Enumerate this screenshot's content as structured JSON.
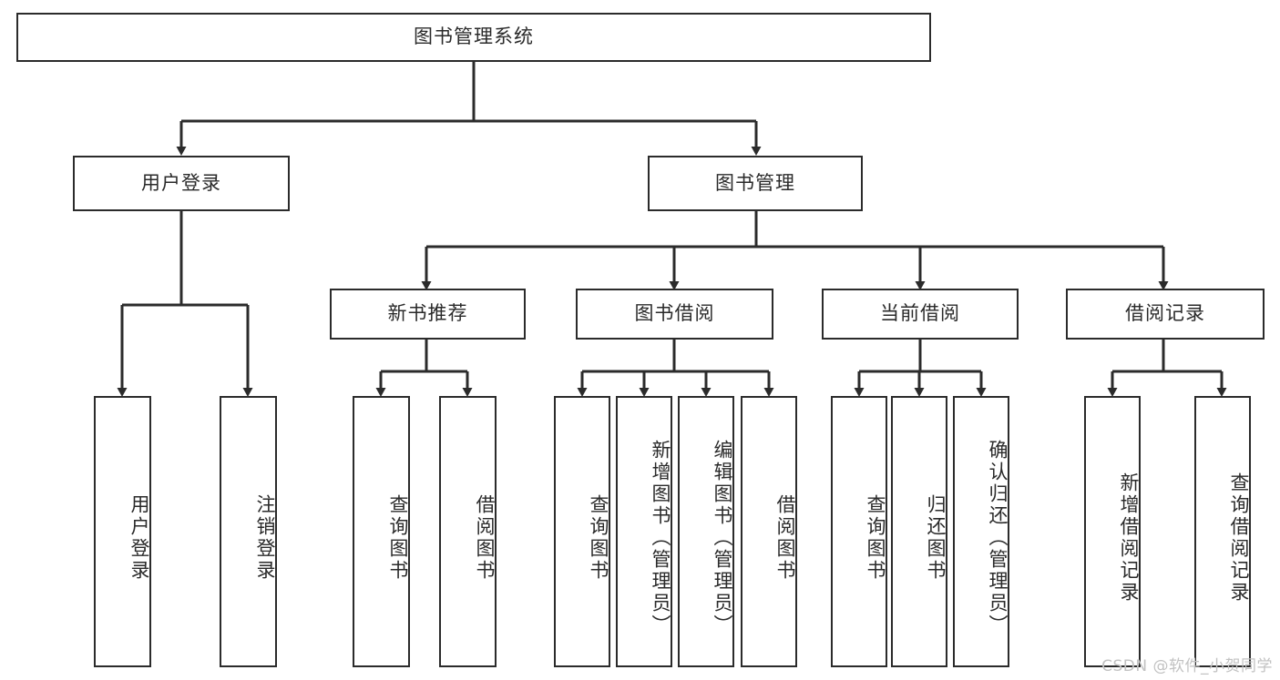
{
  "diagram": {
    "title": "图书管理系统",
    "watermark": "CSDN @软件_小贺同学",
    "root": {
      "label": "图书管理系统"
    },
    "level2": [
      {
        "label": "用户登录"
      },
      {
        "label": "图书管理"
      }
    ],
    "level3": [
      {
        "label": "新书推荐"
      },
      {
        "label": "图书借阅"
      },
      {
        "label": "当前借阅"
      },
      {
        "label": "借阅记录"
      }
    ],
    "leaves": {
      "user_login": [
        {
          "label": "用户登录"
        },
        {
          "label": "注销登录"
        }
      ],
      "new_book_recommend": [
        {
          "label": "查询图书"
        },
        {
          "label": "借阅图书"
        }
      ],
      "book_borrow": [
        {
          "label": "查询图书"
        },
        {
          "label": "新增图书（管理员）"
        },
        {
          "label": "编辑图书（管理员）"
        },
        {
          "label": "借阅图书"
        }
      ],
      "current_borrow": [
        {
          "label": "查询图书"
        },
        {
          "label": "归还图书"
        },
        {
          "label": "确认归还（管理员）"
        }
      ],
      "borrow_record": [
        {
          "label": "新增借阅记录"
        },
        {
          "label": "查询借阅记录"
        }
      ]
    }
  },
  "colors": {
    "stroke": "#2b2b2b",
    "text": "#2a2a2a",
    "background": "#ffffff",
    "watermark": "#c2c2c2"
  }
}
